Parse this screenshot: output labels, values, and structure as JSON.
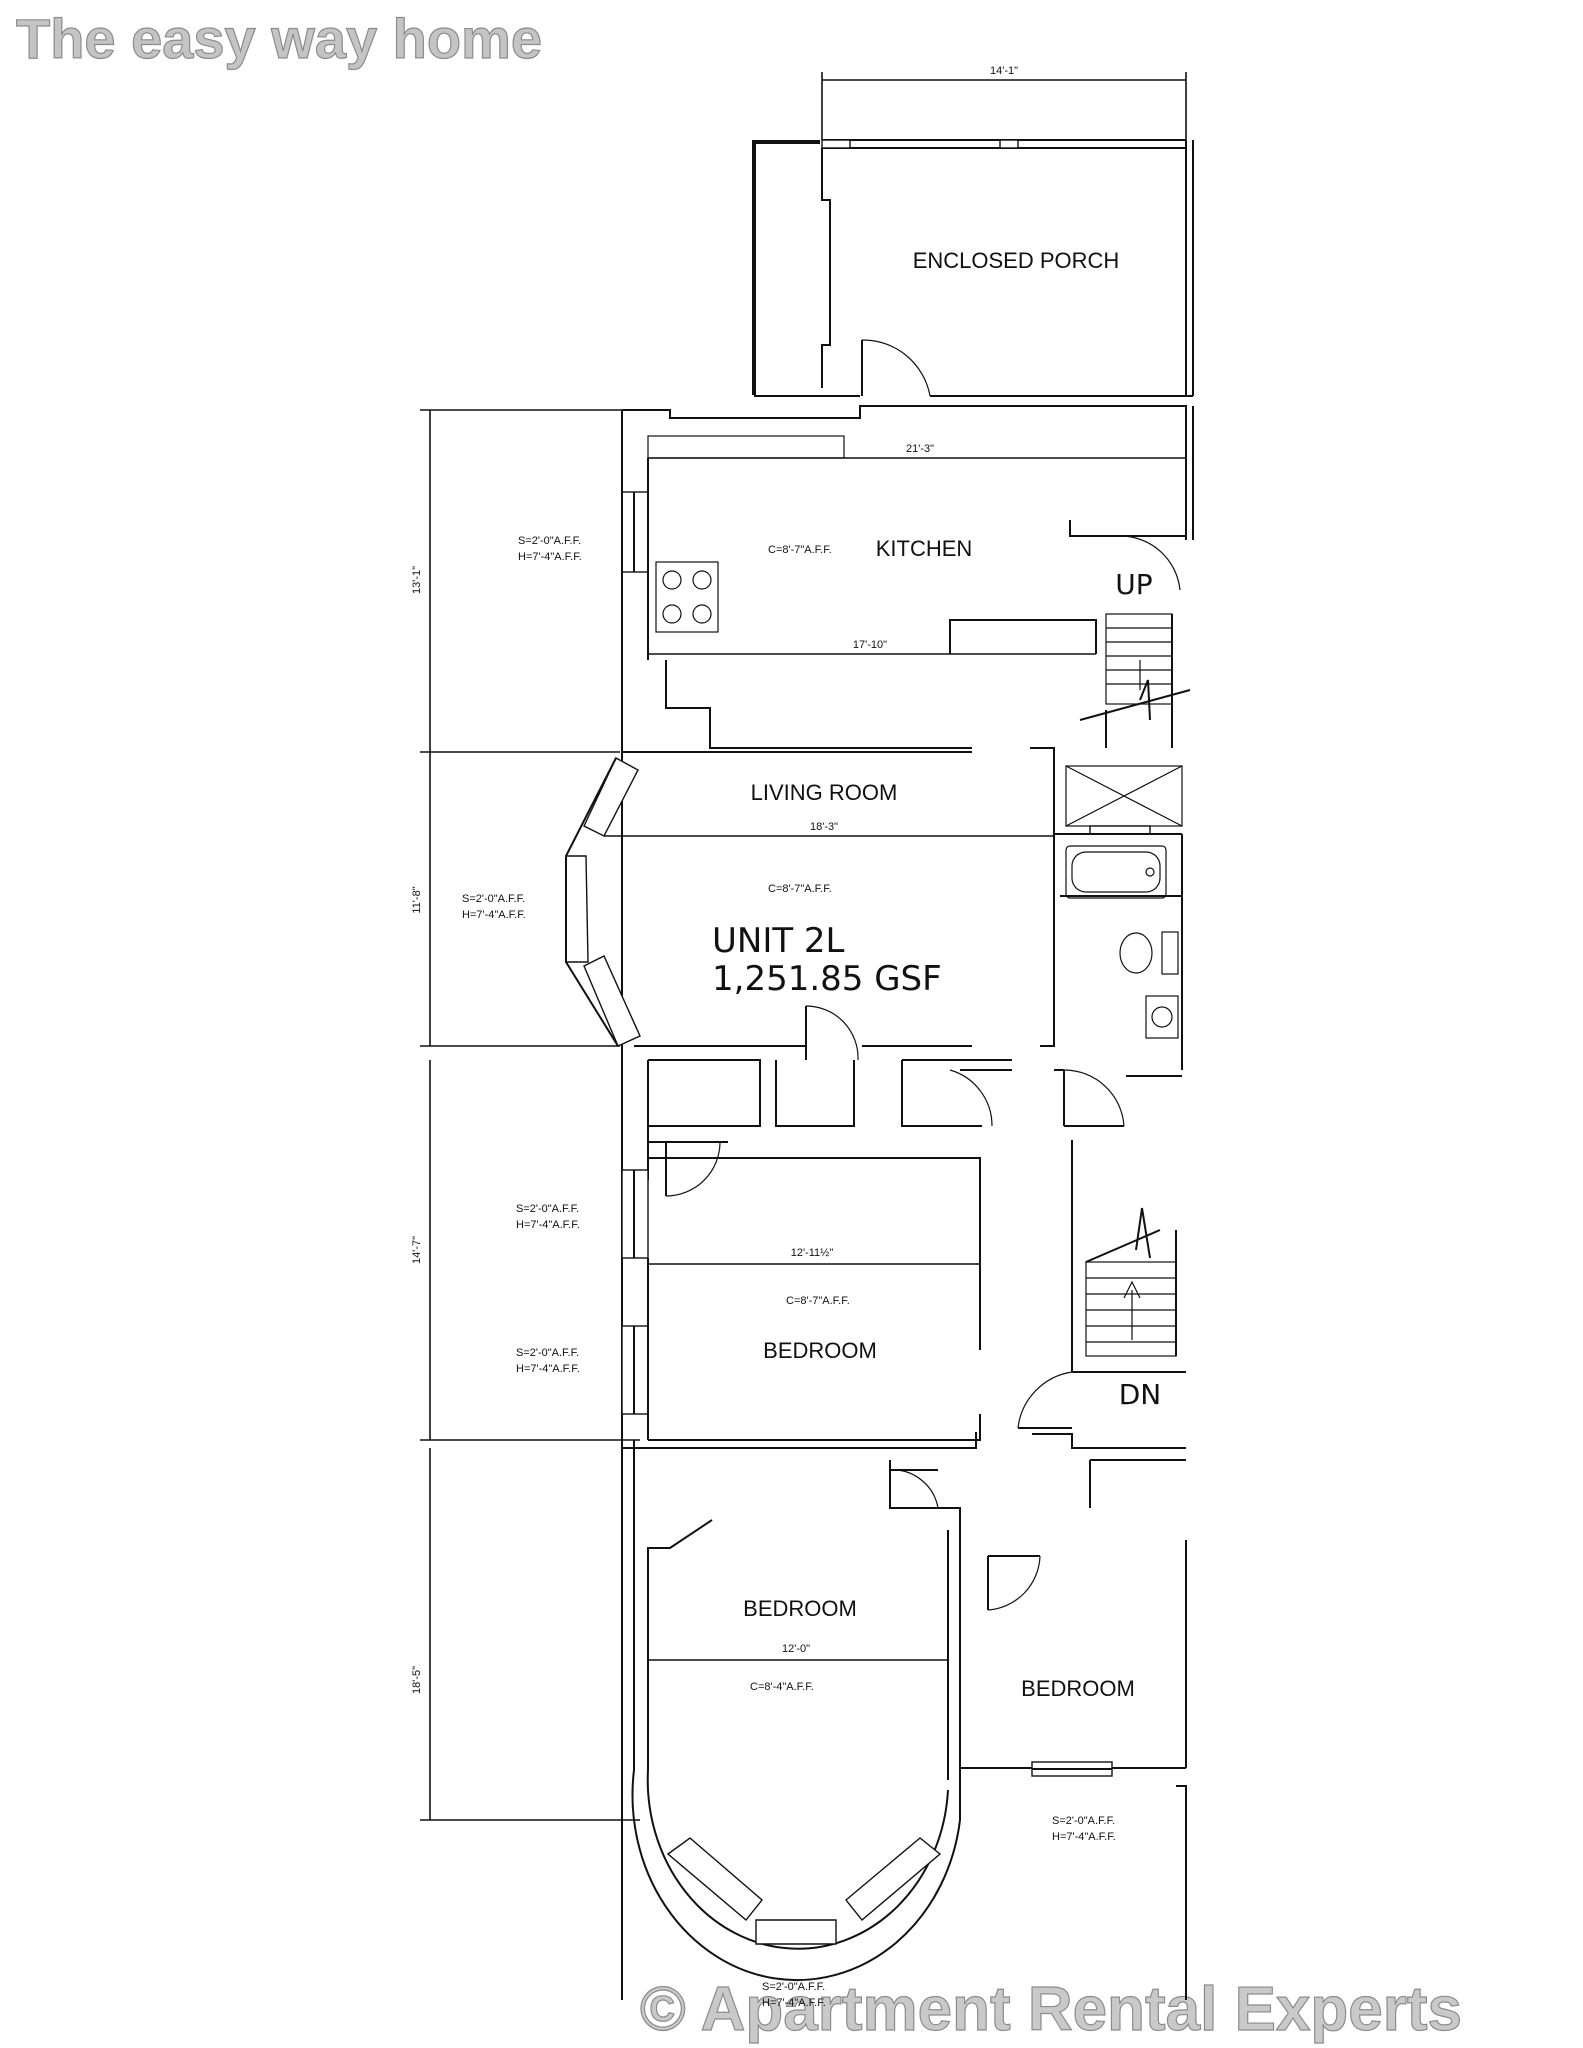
{
  "watermarks": {
    "top": "The easy way home",
    "bottom": "© Apartment Rental Experts"
  },
  "unit": {
    "name": "UNIT 2L",
    "area": "1,251.85 GSF"
  },
  "rooms": {
    "porch": "ENCLOSED PORCH",
    "kitchen": "KITCHEN",
    "living": "LIVING ROOM",
    "bedroom_middle": "BEDROOM",
    "bedroom_front": "BEDROOM",
    "bedroom_side": "BEDROOM"
  },
  "ceilings": {
    "kitchen": "C=8'-7\"A.F.F.",
    "living": "C=8'-7\"A.F.F.",
    "bedroom_middle": "C=8'-7\"A.F.F.",
    "bedroom_front": "C=8'-4\"A.F.F."
  },
  "window_notes": {
    "sill": "S=2'-0\"A.F.F.",
    "head": "H=7'-4\"A.F.F."
  },
  "dimensions": {
    "porch_width": "14'-1\"",
    "kitchen_top": "21'-3\"",
    "kitchen_bottom": "17'-10\"",
    "living_width": "18'-3\"",
    "bedroom_middle_width": "12'-11½\"",
    "bedroom_front_width": "12'-0\"",
    "kitchen_depth": "13'-1\"",
    "living_depth": "11'-8\"",
    "bedroom_middle_depth": "14'-7\"",
    "bedroom_front_depth": "18'-5\""
  },
  "stairs": {
    "up": "UP",
    "down": "DN"
  }
}
